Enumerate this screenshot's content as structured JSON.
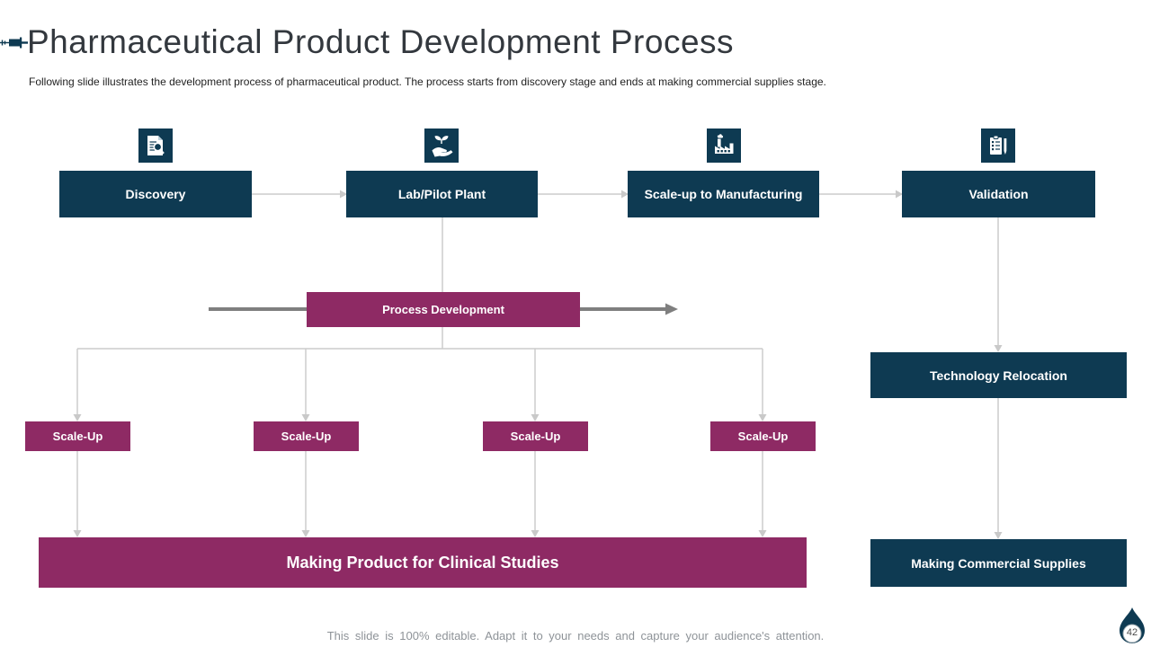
{
  "slide": {
    "title": "Pharmaceutical Product Development Process",
    "subtitle": "Following slide illustrates the development process of pharmaceutical product. The process starts from discovery stage and ends at making commercial supplies stage.",
    "footer_note": "This slide is 100% editable. Adapt it to your needs and capture your audience's attention.",
    "page_number": "42"
  },
  "colors": {
    "teal": "#0e3a52",
    "purple": "#8e2a64",
    "connector_gray": "#cccccc",
    "thick_line_gray": "#7f7f7f",
    "footer_gray": "#8e9398"
  },
  "stages": [
    {
      "label": "Discovery",
      "icon": "document-search-icon"
    },
    {
      "label": "Lab/Pilot Plant",
      "icon": "hand-plant-icon"
    },
    {
      "label": "Scale-up to Manufacturing",
      "icon": "factory-icon"
    },
    {
      "label": "Validation",
      "icon": "clipboard-pencil-icon"
    }
  ],
  "process_development": {
    "label": "Process Development"
  },
  "scale_ups": [
    {
      "label": "Scale-Up"
    },
    {
      "label": "Scale-Up"
    },
    {
      "label": "Scale-Up"
    },
    {
      "label": "Scale-Up"
    }
  ],
  "clinical": {
    "label": "Making Product for Clinical Studies"
  },
  "right_column": {
    "technology_relocation": {
      "label": "Technology Relocation"
    },
    "making_commercial_supplies": {
      "label": "Making Commercial Supplies"
    }
  }
}
